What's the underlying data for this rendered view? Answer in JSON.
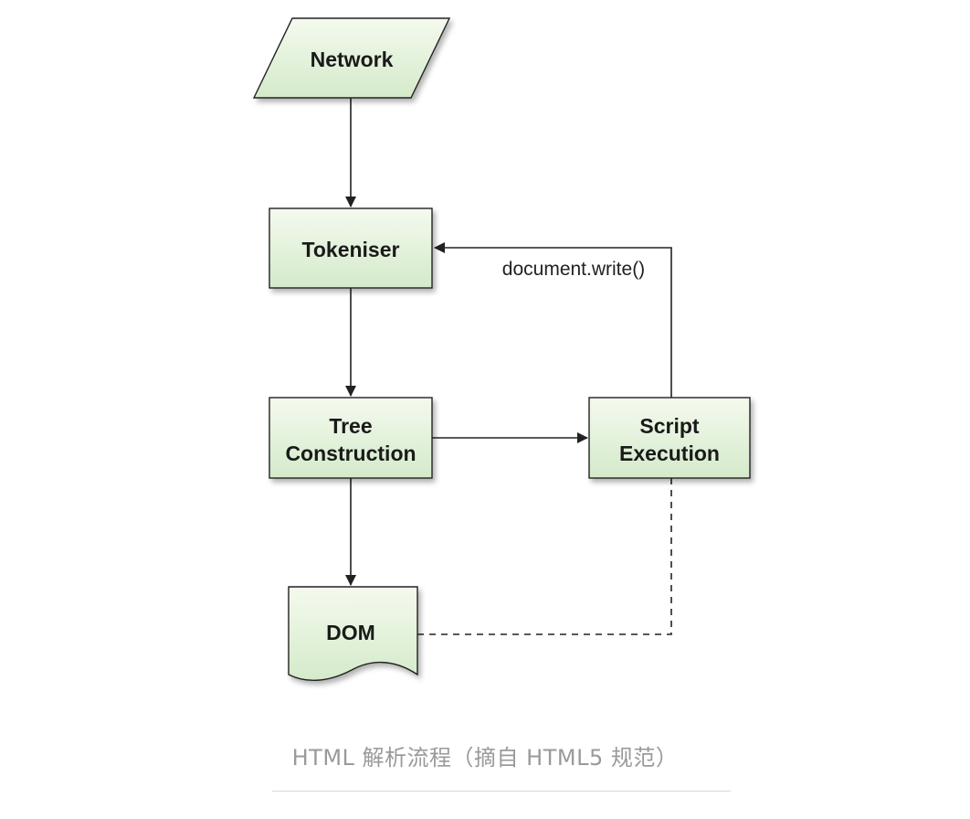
{
  "diagram": {
    "nodes": {
      "network": "Network",
      "tokeniser": "Tokeniser",
      "tree_line1": "Tree",
      "tree_line2": "Construction",
      "script_line1": "Script",
      "script_line2": "Execution",
      "dom": "DOM"
    },
    "edges": {
      "document_write": "document.write()"
    },
    "colors": {
      "node_fill_top": "#f4faee",
      "node_fill_bottom": "#d6eccc",
      "stroke": "#222222"
    }
  },
  "caption": "HTML 解析流程（摘自 HTML5 规范）"
}
